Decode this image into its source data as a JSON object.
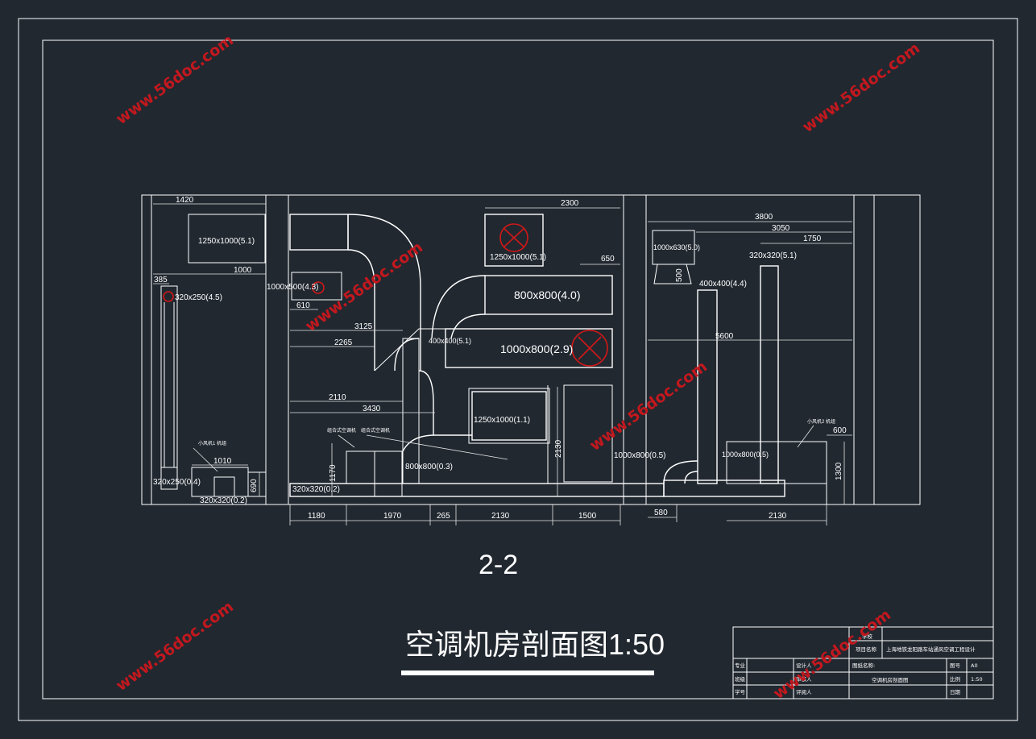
{
  "drawing": {
    "title": "空调机房剖面图1:50",
    "section_label": "2-2"
  },
  "duct_labels": {
    "d1": "1250x1000(5.1)",
    "d2": "320x250(4.5)",
    "d3": "320x250(0.4)",
    "d4": "320x320(0.2)",
    "d5": "1000x500(4.3)",
    "d6": "320x320(0.2)",
    "d7": "1250x1000(5.1)",
    "d8": "800x800(4.0)",
    "d9": "400x400(5.1)",
    "d10": "1000x800(2.9)",
    "d11": "1250x1000(1.1)",
    "d12": "800x800(0.3)",
    "d13": "1000x800(0.5)",
    "d14": "1000x630(5.0)",
    "d15": "400x400(4.4)",
    "d16": "320x320(5.1)",
    "d17": "1000x800(0.5)"
  },
  "dimensions": {
    "a1420": "1420",
    "a1000": "1000",
    "a385": "385",
    "a1010": "1010",
    "a690": "690",
    "a610": "610",
    "a3125": "3125",
    "a2265": "2265",
    "a2110": "2110",
    "a3430": "3430",
    "a1170": "1170",
    "a2300": "2300",
    "a650": "650",
    "a2130v": "2130",
    "a3800": "3800",
    "a3050": "3050",
    "a1750": "1750",
    "a500": "500",
    "a5600": "5600",
    "a600": "600",
    "a1300": "1300",
    "b1180": "1180",
    "b1970": "1970",
    "b265": "265",
    "b2130": "2130",
    "b1500": "1500",
    "b580": "580",
    "b2130r": "2130"
  },
  "notes": {
    "n1": "小风机1 机组",
    "n2": "组合式空调机",
    "n3": "组合式空调机",
    "n4": "小风机2 机组"
  },
  "title_block": {
    "project_label": "项目名称",
    "project_name": "上海地铁龙阳路车站通风空调工程设计",
    "drawing_name_label": "图纸名称:",
    "drawing_name": "空调机房剖面图",
    "sheet_no_label": "图号",
    "sheet_no": "A0",
    "scale_label": "比例",
    "scale": "1:50",
    "date_label": "日期",
    "school_label": "学校",
    "major_label": "专业",
    "class_label": "班级",
    "student_no_label": "学号",
    "designer_label": "设计人",
    "checker_label": "审核人",
    "reviewer_label": "评阅人"
  },
  "watermark": "www.56doc.com"
}
